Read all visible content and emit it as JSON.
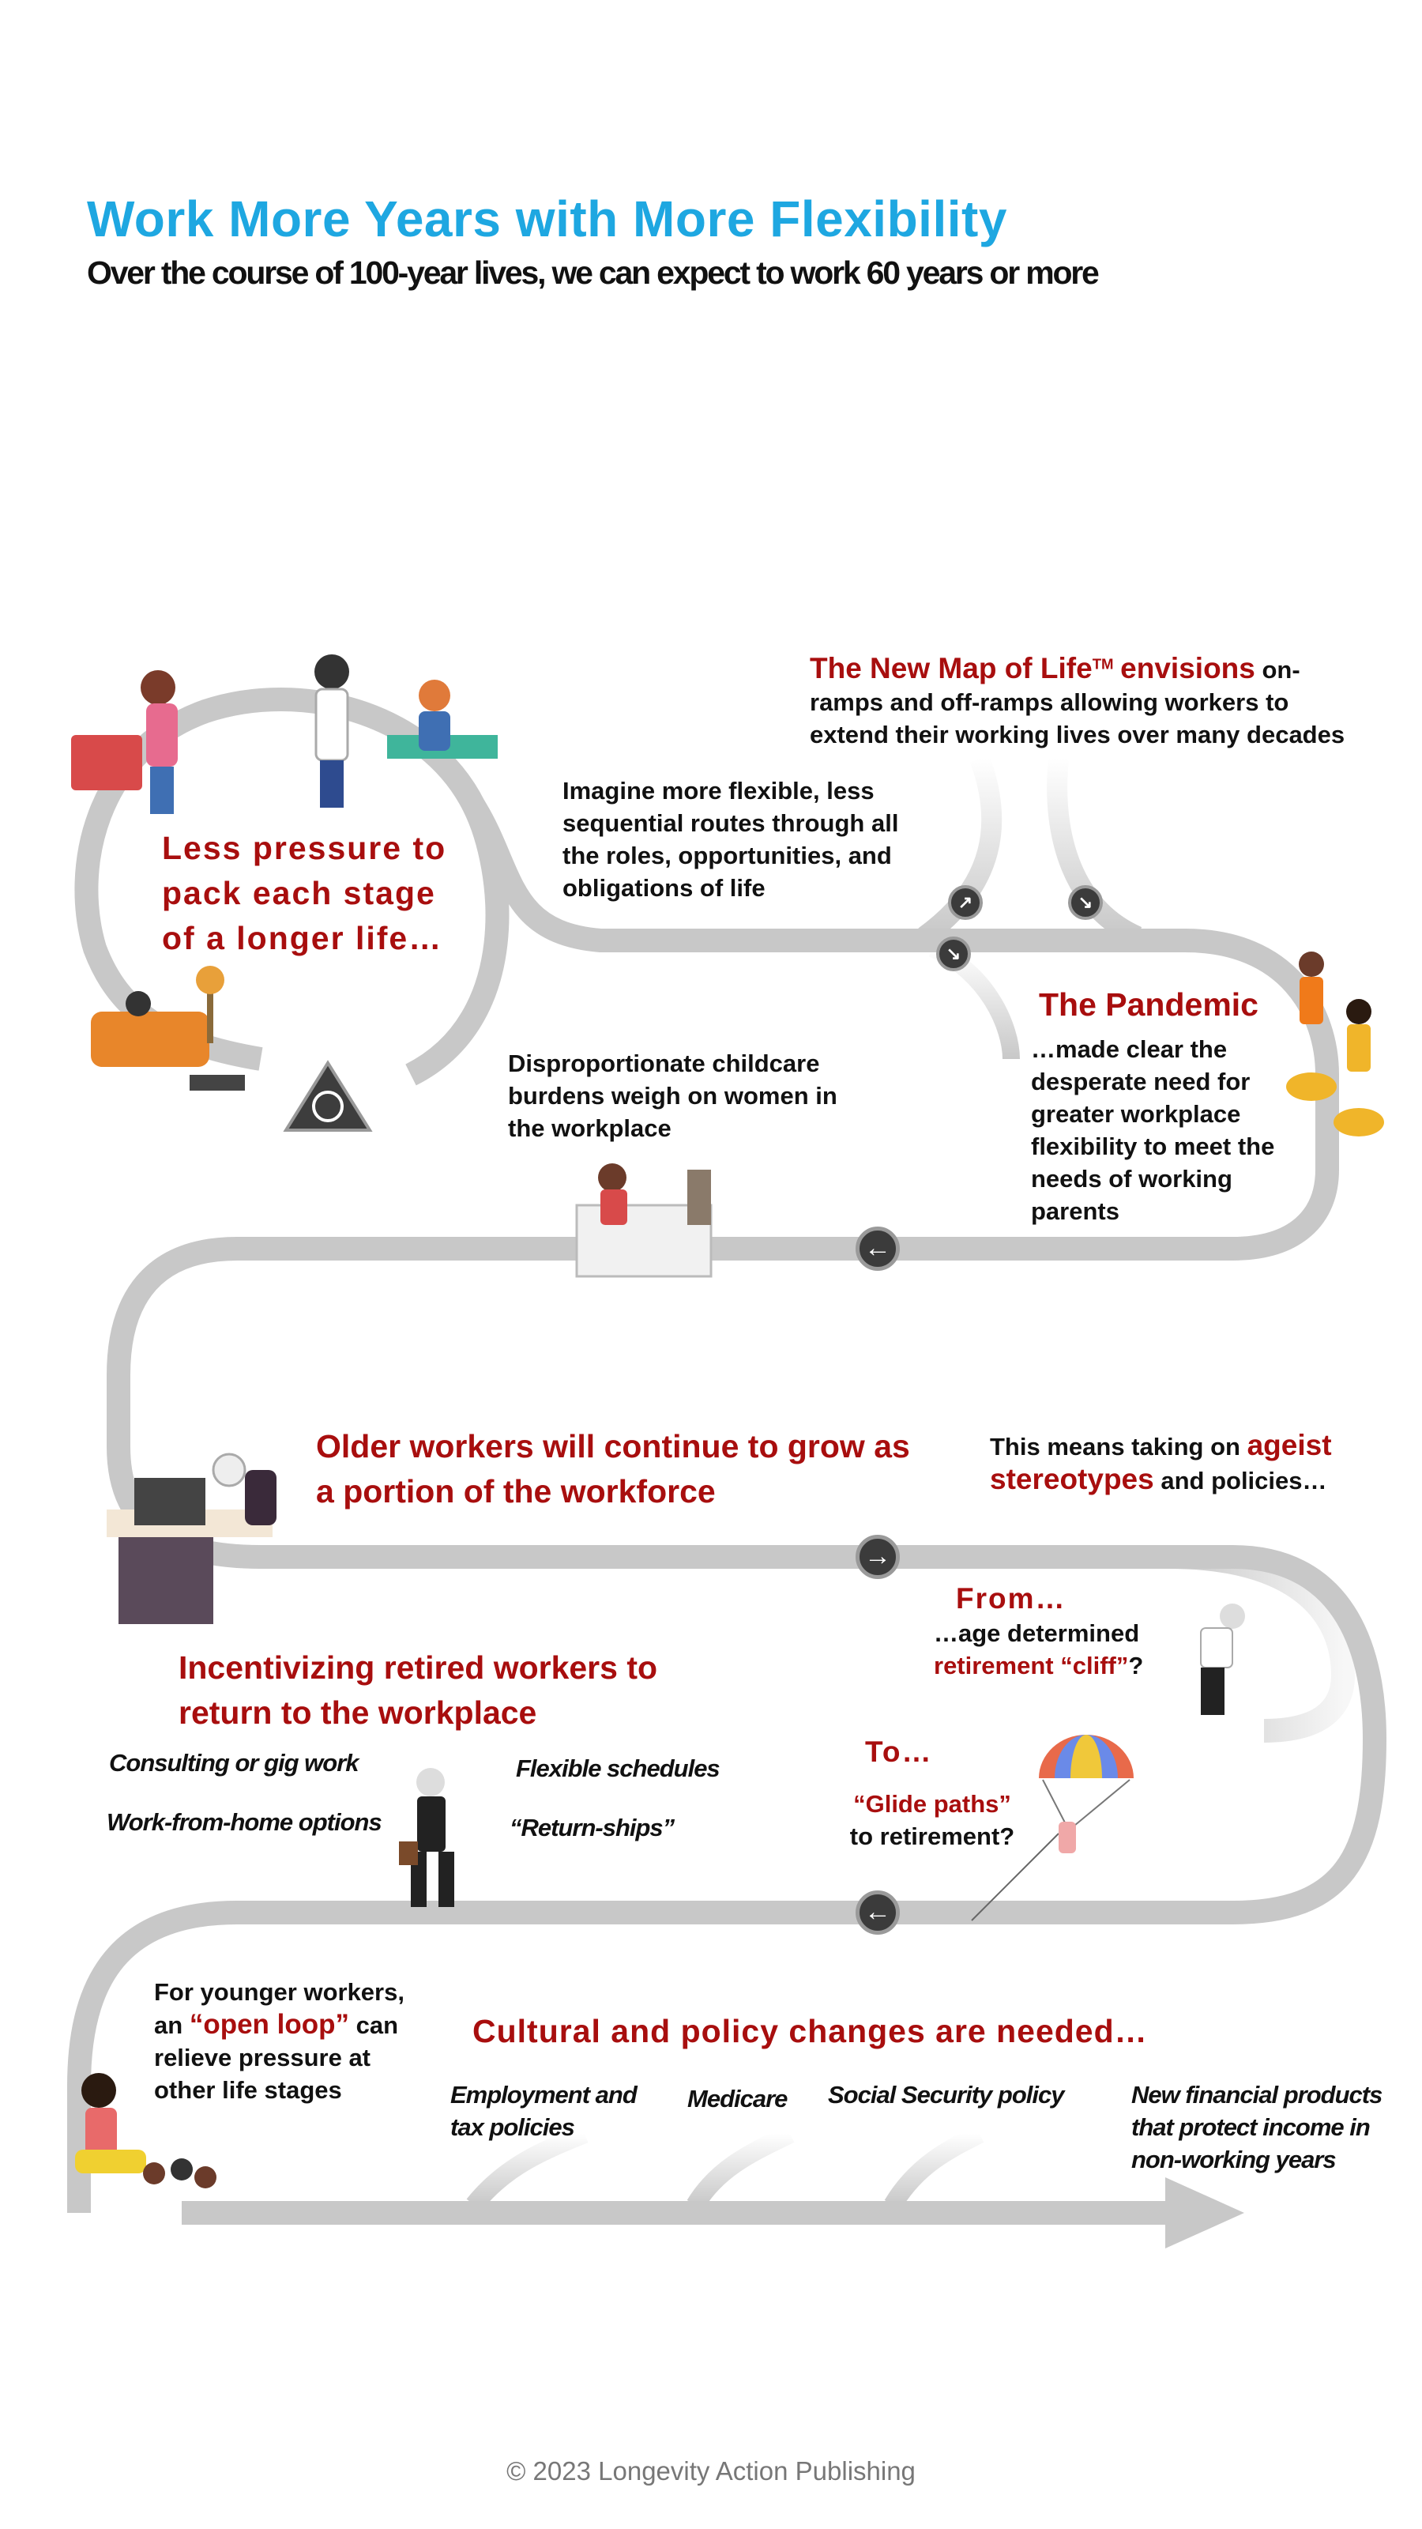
{
  "header": {
    "title": "Work More Years with More Flexibility",
    "subtitle": "Over the course of 100-year lives, we can expect to work 60 years or more"
  },
  "loop": {
    "heading": "Less pressure to pack each stage of a longer life…"
  },
  "new_map": {
    "heading": "The New Map of Life",
    "tm": "TM",
    "heading_verb": "envisions",
    "text_start": "on-",
    "text": "ramps and off-ramps allowing workers to extend their working lives over many decades"
  },
  "imagine": {
    "text": "Imagine more flexible, less sequential routes through all the roles, opportunities, and obligations of life"
  },
  "pandemic": {
    "heading": "The Pandemic",
    "text": "…made clear the desperate need for greater workplace flexibility to meet the needs of working parents"
  },
  "childcare": {
    "text": "Disproportionate childcare burdens weigh on women in the workplace"
  },
  "older_workers": {
    "heading": "Older workers will continue to grow as a portion of the workforce"
  },
  "ageist": {
    "prefix": "This means taking on",
    "highlight": "ageist stereotypes",
    "suffix": "and policies…"
  },
  "from": {
    "heading": "From…",
    "prefix": "…age determined",
    "highlight": "retirement “cliff”",
    "suffix": "?"
  },
  "to": {
    "heading": "To…",
    "highlight": "“Glide paths”",
    "suffix": "to retirement?"
  },
  "incentivizing": {
    "heading": "Incentivizing retired workers to return to the workplace",
    "items": [
      "Consulting or gig work",
      "Work-from-home options",
      "Flexible schedules",
      "“Return-ships”"
    ]
  },
  "younger": {
    "prefix": "For younger workers, an",
    "highlight": "“open loop”",
    "suffix": "can relieve pressure at other life stages"
  },
  "cultural": {
    "heading": "Cultural and policy changes are needed…",
    "items": [
      "Employment and tax policies",
      "Medicare",
      "Social Security policy",
      "New financial products that protect income in non-working years"
    ]
  },
  "footer": {
    "copyright": "© 2023 Longevity Action Publishing"
  },
  "colors": {
    "title": "#1ea7e1",
    "accent_red": "#a80e0e",
    "road": "#c8c8c8",
    "arrow_button": "#3b3b3b"
  }
}
